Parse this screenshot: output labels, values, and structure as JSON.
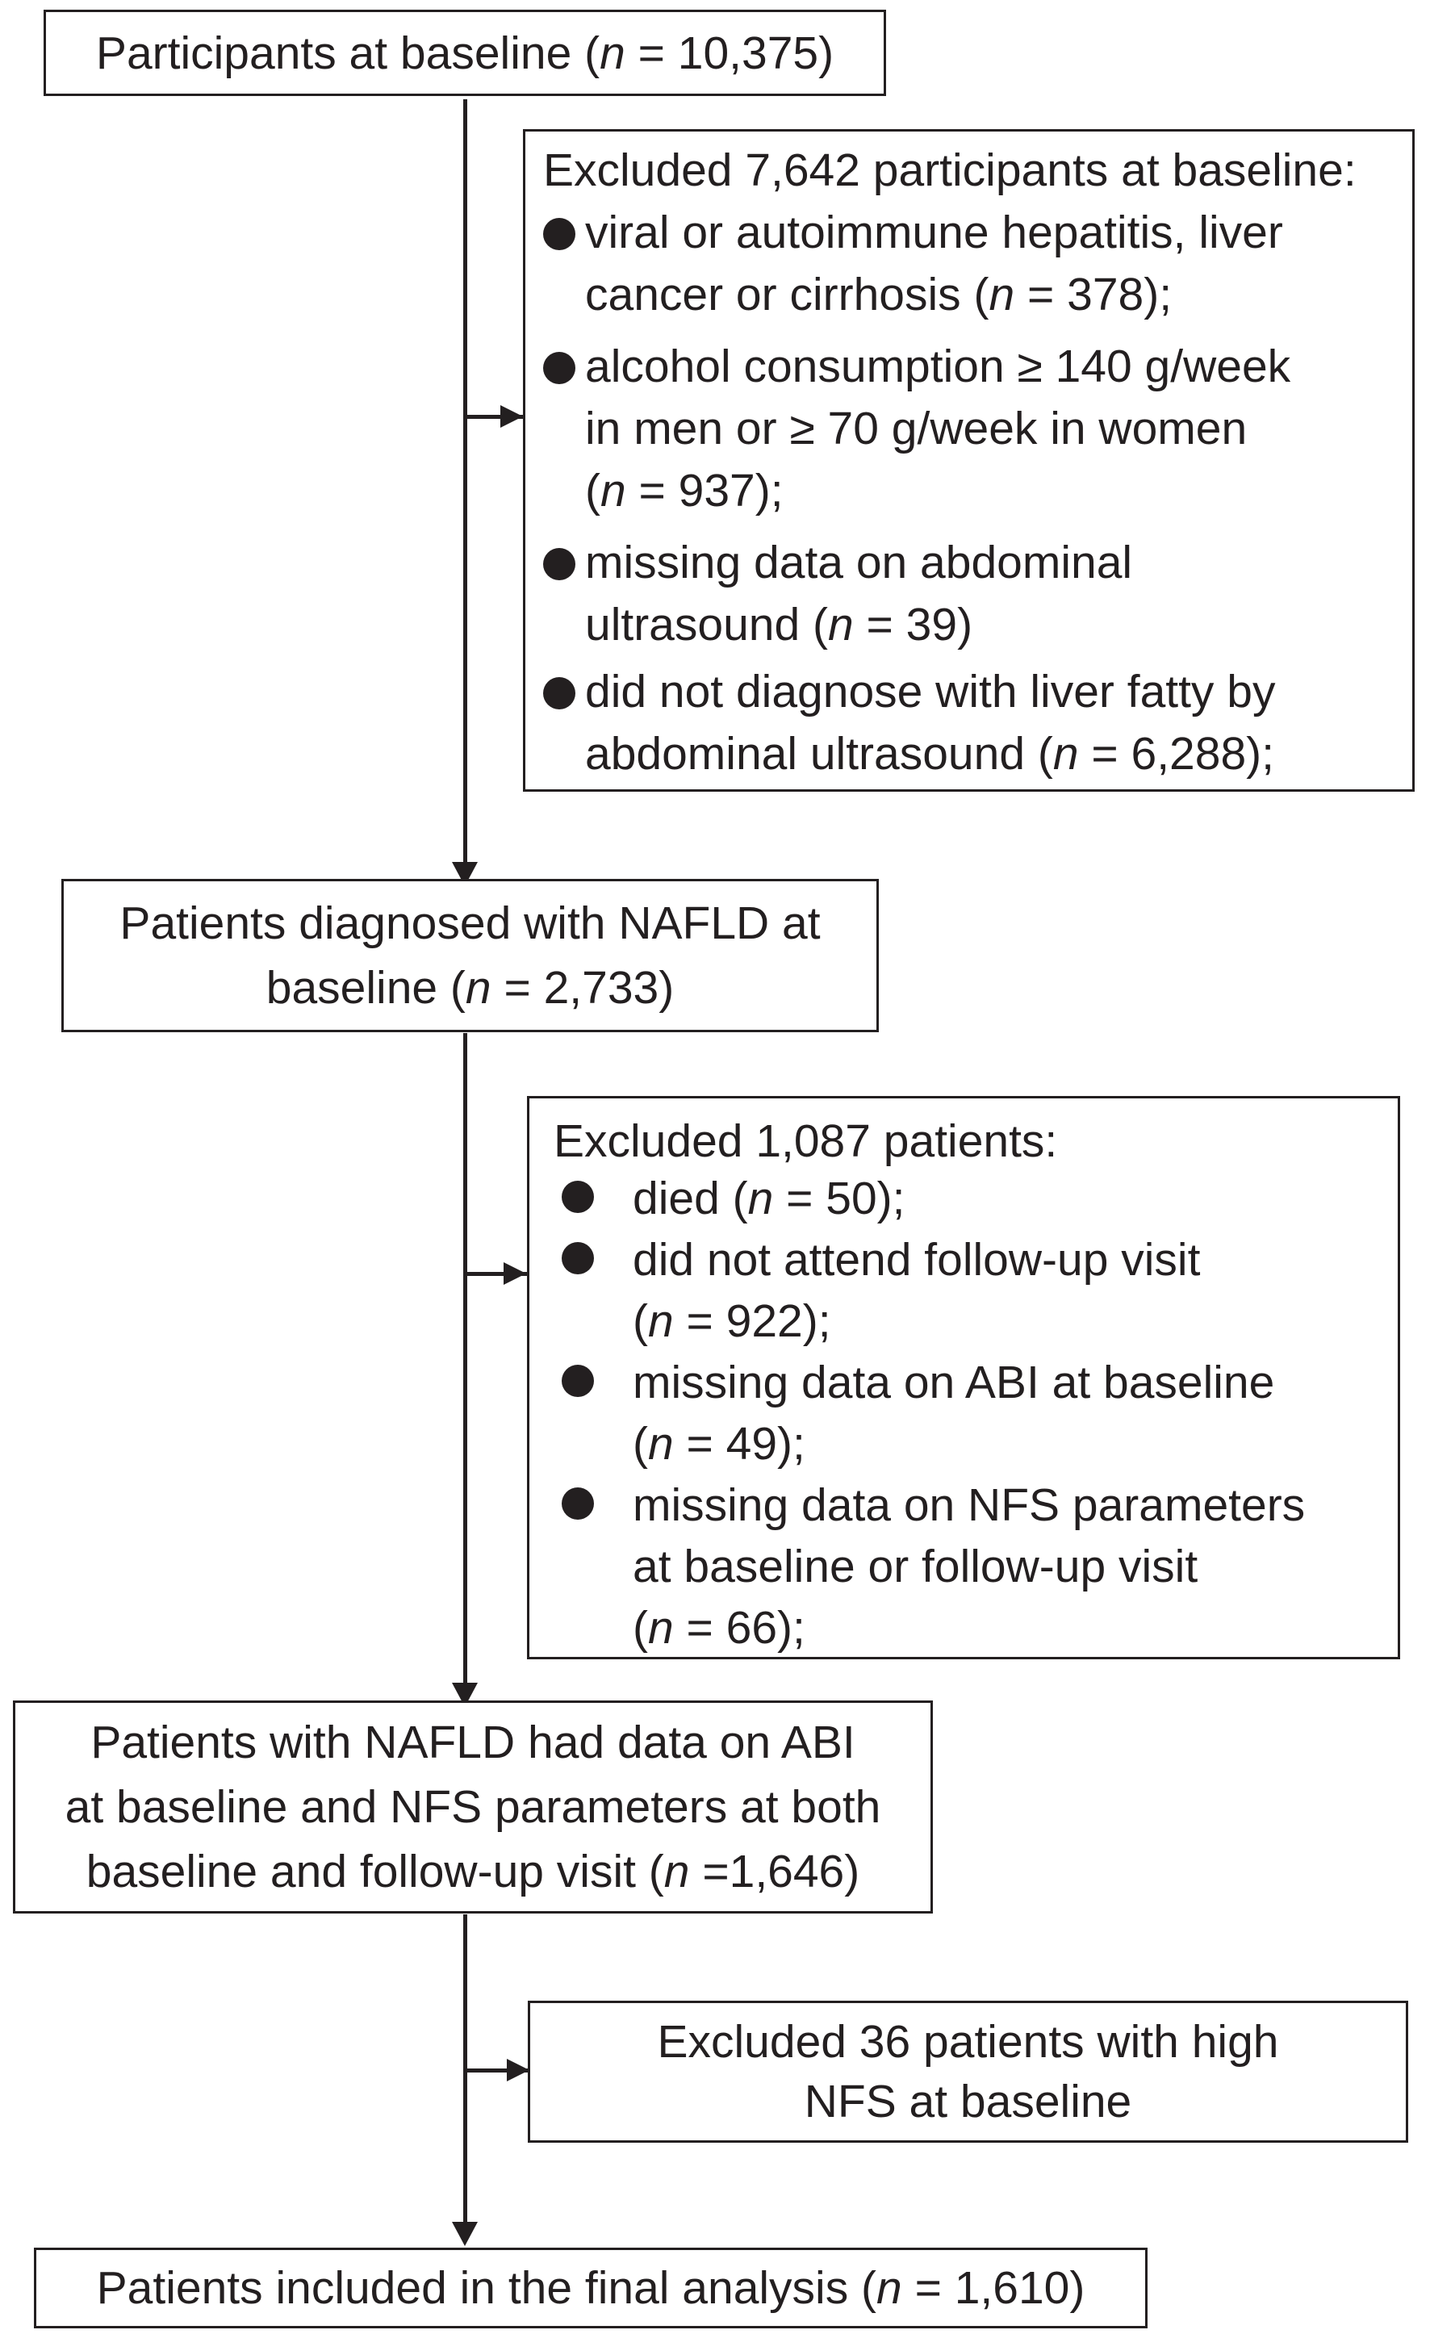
{
  "boxes": {
    "baseline": {
      "prefix": "Participants at baseline (",
      "n_label": "n",
      "suffix": " = 10,375)"
    },
    "nafld": {
      "line1": "Patients diagnosed with NAFLD at",
      "line2_prefix": "baseline (",
      "n_label": "n",
      "line2_suffix": " = 2,733)"
    },
    "abi": {
      "line1": "Patients with NAFLD had data on ABI",
      "line2": "at baseline and NFS parameters at both",
      "line3_prefix": "baseline and follow-up visit (",
      "n_label": "n",
      "line3_suffix": " =1,646)"
    },
    "final": {
      "prefix": "Patients included in the final analysis (",
      "n_label": "n",
      "suffix": " = 1,610)"
    }
  },
  "exclusions": {
    "first": {
      "heading": "Excluded 7,642 participants at baseline:",
      "items": [
        {
          "line1": "viral or autoimmune hepatitis,  liver",
          "line2_prefix": "cancer or cirrhosis (",
          "n_label": "n",
          "line2_suffix": " = 378);"
        },
        {
          "line1": "alcohol consumption ≥ 140 g/week",
          "line2": "in men or ≥ 70 g/week in women",
          "line3_prefix": "(",
          "n_label": "n",
          "line3_suffix": " = 937);"
        },
        {
          "line1": "missing data on abdominal",
          "line2_prefix": "ultrasound (",
          "n_label": "n",
          "line2_suffix": " = 39)"
        },
        {
          "line1": "did not diagnose with liver fatty by",
          "line2_prefix": "abdominal ultrasound (",
          "n_label": "n",
          "line2_suffix": " = 6,288);"
        }
      ]
    },
    "second": {
      "heading": "Excluded 1,087 patients:",
      "items": [
        {
          "line1_prefix": "died (",
          "n_label": "n",
          "line1_suffix": " = 50);"
        },
        {
          "line1": "did not attend follow-up visit",
          "line2_prefix": "(",
          "n_label": "n",
          "line2_suffix": " = 922);"
        },
        {
          "line1": "missing data on ABI at baseline",
          "line2_prefix": "(",
          "n_label": "n",
          "line2_suffix": " = 49);"
        },
        {
          "line1": "missing data on NFS parameters",
          "line2": "at baseline or follow-up visit",
          "line3_prefix": "(",
          "n_label": "n",
          "line3_suffix": " = 66);"
        }
      ]
    },
    "third": {
      "line1": "Excluded 36 patients with high",
      "line2": "NFS at baseline"
    }
  }
}
